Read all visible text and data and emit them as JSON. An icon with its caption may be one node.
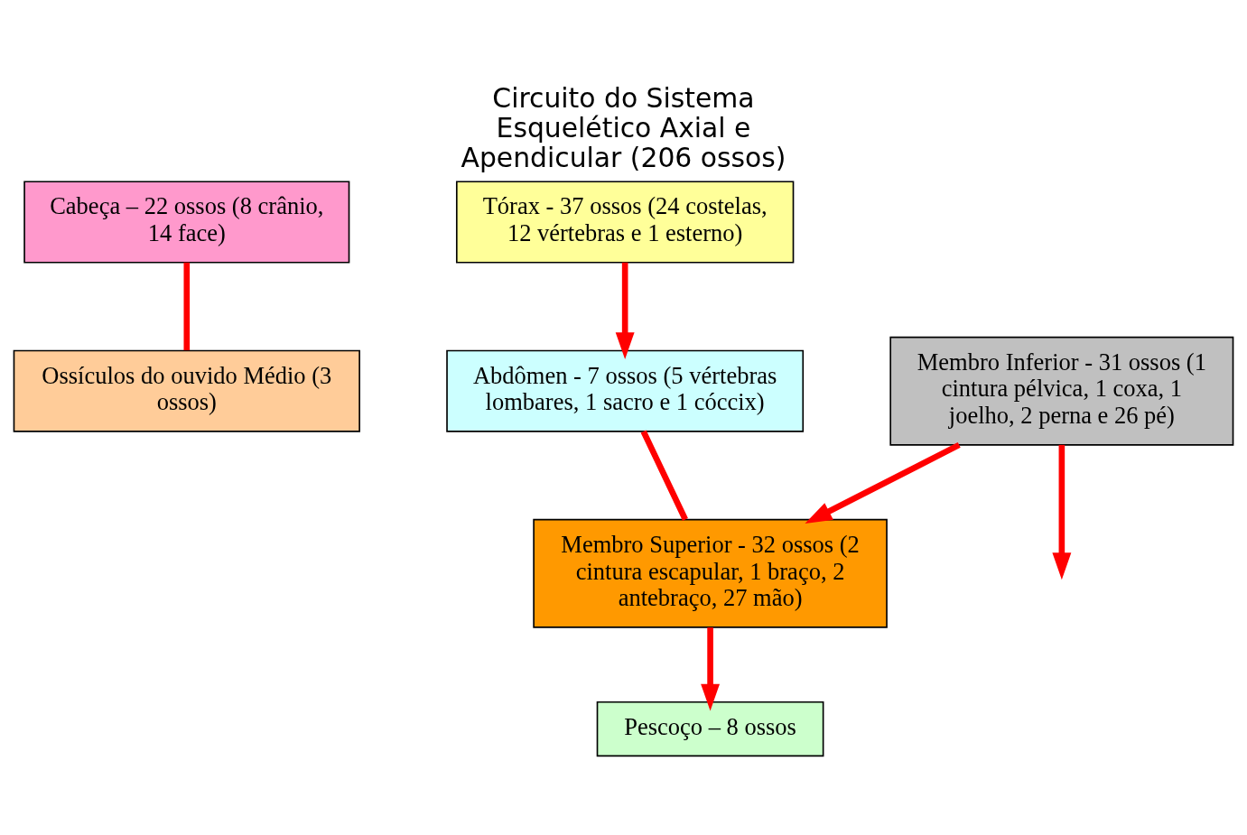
{
  "diagram": {
    "title": "Circuito do Sistema Esquelético Axial e Apendicular (206 ossos)",
    "nodes": [
      {
        "text": [
          "Cabeça – 22 ossos (8 crânio, 14 face)"
        ]
      },
      {
        "text": [
          "Ossículos do ouvido Médio (3 ossos)"
        ]
      },
      {
        "text": [
          "Tórax - 37 ossos (24 costelas, 12 vértebras e 1 esterno)"
        ]
      },
      {
        "text": [
          "Abdômen - 7 ossos (5 vértebras lombares, 1 sacro e 1 cóccix)"
        ]
      },
      {
        "text": [
          "Membro Superior - 32 ossos (2 cintura escapular, 1 braço, 2 antebraço, 27 mão)"
        ]
      },
      {
        "text": [
          "Pescoço – 8 ossos"
        ]
      },
      {
        "text": [
          "Membro Inferior - 31 ossos (1 cintura pélvica, 1 coxa, 1 joelho, 2 perna e 26 pé)"
        ]
      }
    ],
    "edges": [
      {
        "from": 0,
        "to": 1,
        "arrow": "none"
      },
      {
        "from": 2,
        "to": 3,
        "arrow": "to"
      },
      {
        "from": 3,
        "to": 4,
        "arrow": "none"
      },
      {
        "from": 4,
        "to": 5,
        "arrow": "to"
      },
      {
        "from": 6,
        "to": 4,
        "arrow": "to"
      },
      {
        "from": 6,
        "to": null,
        "arrow": "to"
      }
    ]
  }
}
